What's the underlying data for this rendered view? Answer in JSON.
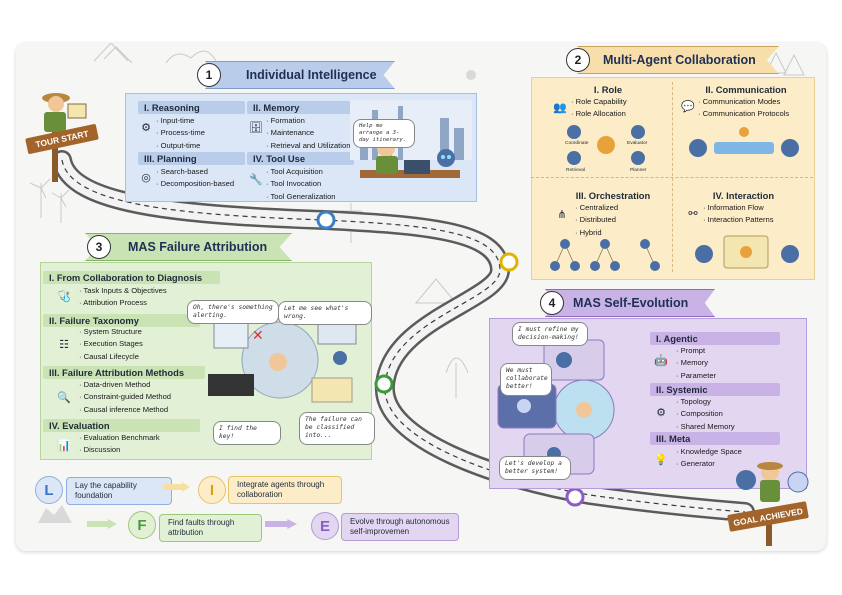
{
  "start_sign": "TOUR START",
  "goal_sign": "GOAL ACHIEVED",
  "s1": {
    "num": "1",
    "title": "Individual Intelligence",
    "reasoning": {
      "title": "I. Reasoning",
      "items": [
        "Input-time",
        "Process-time",
        "Output-time"
      ]
    },
    "memory": {
      "title": "II. Memory",
      "items": [
        "Formation",
        "Maintenance",
        "Retrieval and Utilization"
      ]
    },
    "planning": {
      "title": "III. Planning",
      "items": [
        "Search-based",
        "Decomposition-based"
      ]
    },
    "tool": {
      "title": "IV. Tool Use",
      "items": [
        "Tool Acquisition",
        "Tool Invocation",
        "Tool Generalization"
      ]
    },
    "bubble": "Help me arrange a 3-day itinerary."
  },
  "s2": {
    "num": "2",
    "title": "Multi-Agent Collaboration",
    "role": {
      "title": "I. Role",
      "items": [
        "Role Capability",
        "Role Allocation"
      ],
      "tags": [
        "Coordinate",
        "Evaluator",
        "Retrieval",
        "Planner"
      ]
    },
    "comm": {
      "title": "II. Communication",
      "items": [
        "Communication Modes",
        "Communication Protocols"
      ]
    },
    "orch": {
      "title": "III. Orchestration",
      "items": [
        "Centralized",
        "Distributed",
        "Hybrid"
      ]
    },
    "inter": {
      "title": "IV. Interaction",
      "items": [
        "Information Flow",
        "Interaction Patterns"
      ]
    }
  },
  "s3": {
    "num": "3",
    "title": "MAS Failure Attribution",
    "collab": {
      "title": "I. From Collaboration to Diagnosis",
      "items": [
        "Task Inputs & Objectives",
        "Attribution Process"
      ]
    },
    "taxonomy": {
      "title": "II. Failure Taxonomy",
      "items": [
        "System Structure",
        "Execution Stages",
        "Causal Lifecycle"
      ]
    },
    "methods": {
      "title": "III. Failure Attribution Methods",
      "items": [
        "Data-driven Method",
        "Constraint-guided Method",
        "Causal inference Method"
      ]
    },
    "eval": {
      "title": "IV. Evaluation",
      "items": [
        "Evaluation Benchmark",
        "Discussion"
      ]
    },
    "bubbles": {
      "alert": "Oh, there's something alerting.",
      "see": "Let me see what's wrong.",
      "key": "I find the key!",
      "classified": "The failure can be classified into..."
    }
  },
  "s4": {
    "num": "4",
    "title": "MAS Self-Evolution",
    "agentic": {
      "title": "I. Agentic",
      "items": [
        "Prompt",
        "Memory",
        "Parameter"
      ]
    },
    "systemic": {
      "title": "II. Systemic",
      "items": [
        "Topology",
        "Composition",
        "Shared Memory"
      ]
    },
    "meta": {
      "title": "III. Meta",
      "items": [
        "Knowledge Space",
        "Generator"
      ]
    },
    "bubbles": {
      "refine": "I must refine my decision-making!",
      "collab": "We must collaborate better!",
      "develop": "Let's develop a better system!"
    }
  },
  "life": [
    {
      "letter": "L",
      "text": "Lay the capability foundation"
    },
    {
      "letter": "I",
      "text": "Integrate agents through collaboration"
    },
    {
      "letter": "F",
      "text": "Find faults through attribution"
    },
    {
      "letter": "E",
      "text": "Evolve through autonomous self-improvemen"
    }
  ],
  "colors": {
    "blue": "#dbe6f7",
    "blue_banner": "#b9cdea",
    "orange": "#fcecc8",
    "orange_banner": "#f7deaa",
    "green": "#e2f0d6",
    "green_banner": "#c9e3b4",
    "purple": "#e2d6f1",
    "purple_banner": "#c9b3e6"
  },
  "icons": [
    "hiker-icon",
    "robot-icon",
    "gear-icon",
    "database-icon",
    "target-icon",
    "wrench-icon",
    "stethoscope-icon",
    "magnifier-icon",
    "chart-icon"
  ]
}
